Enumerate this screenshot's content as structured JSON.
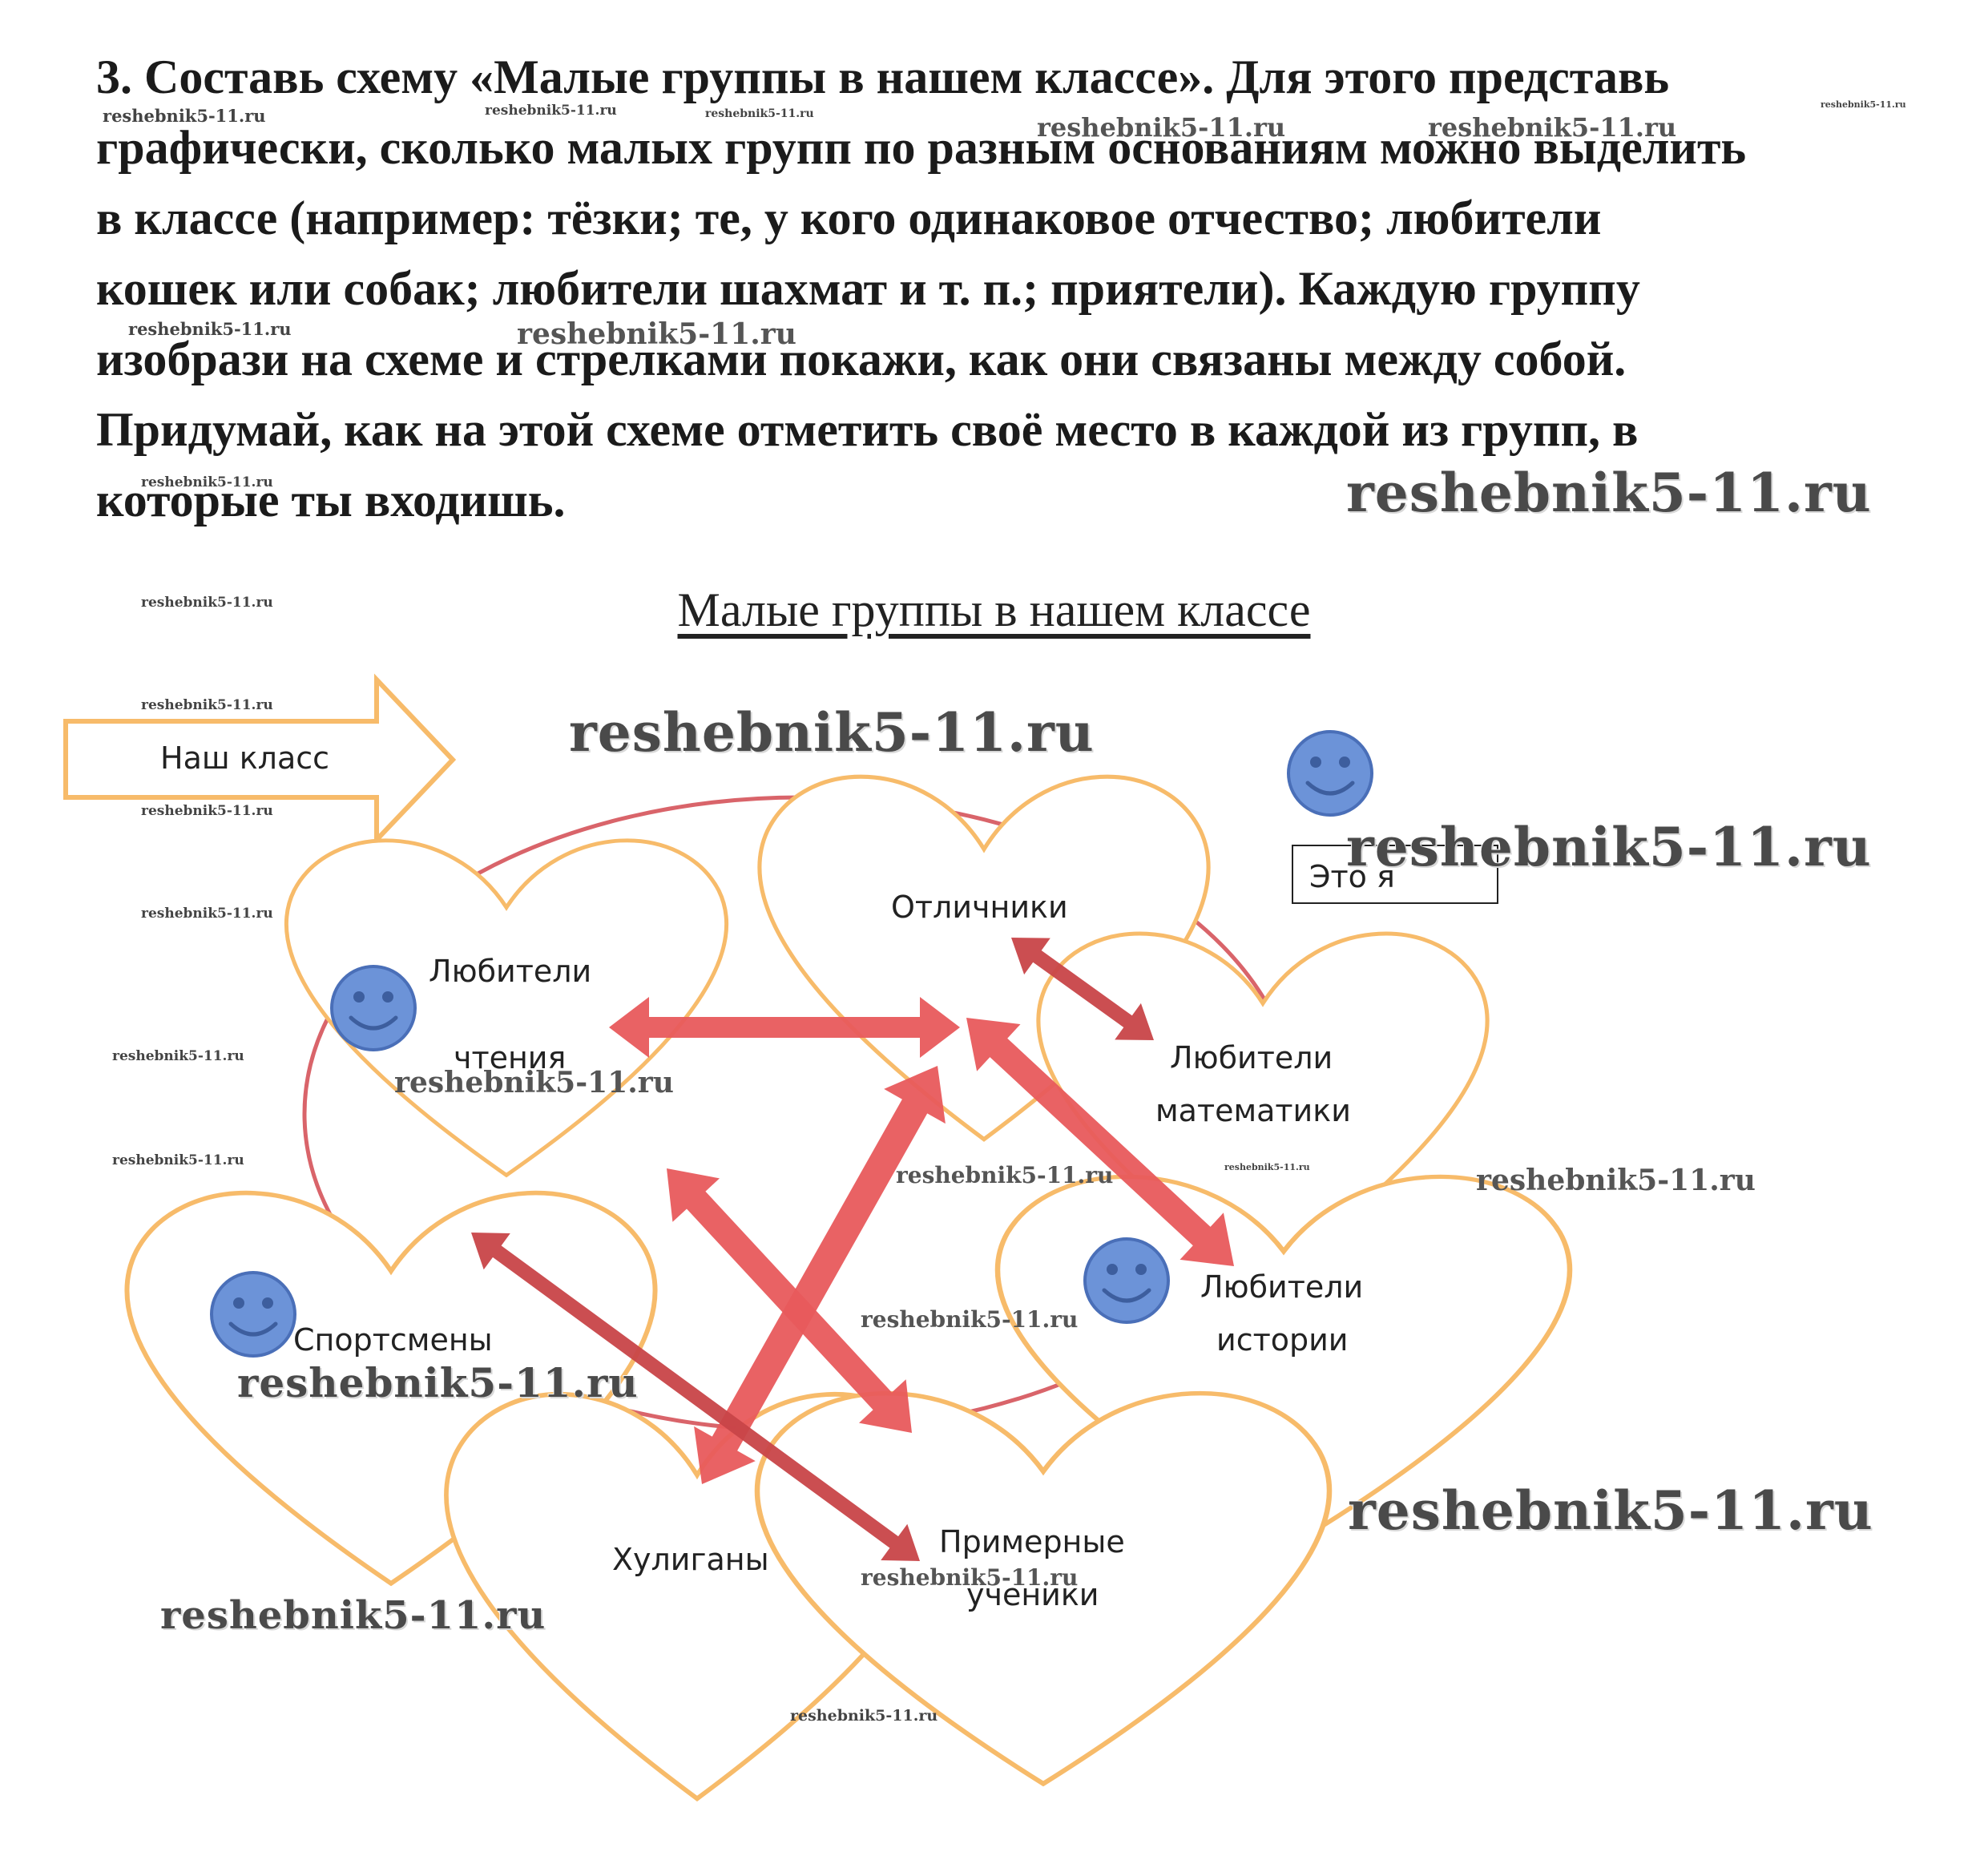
{
  "task": {
    "lines": [
      "3. Составь схему «Малые группы в нашем классе». Для этого представь",
      "графически, сколько малых групп по разным основаниям можно выделить",
      "в классе (например: тёзки; те, у кого одинаковое отчество; любители",
      "кошек или собак; любители шахмат и т. п.; приятели). Каждую группу",
      "изобрази на схеме и стрелками покажи, как они связаны между собой.",
      "Придумай, как на этой схеме отметить своё место в каждой из групп, в",
      "которые ты входишь."
    ]
  },
  "diagram": {
    "title": "Малые группы в нашем классе",
    "class_arrow_label": "Наш класс",
    "legend_label": "Это я",
    "groups": {
      "reading": [
        "Любители",
        "чтения"
      ],
      "excellent": "Отличники",
      "math": [
        "Любители",
        "математики"
      ],
      "sport": "Спортсмены",
      "history": [
        "Любители",
        "истории"
      ],
      "hooligans": "Хулиганы",
      "model": [
        "Примерные",
        "ученики"
      ]
    }
  },
  "colors": {
    "heart_stroke": "#f7bb6a",
    "arrow_fill": "#e85a5c",
    "arrow_dark": "#c84548",
    "class_ring": "#d9646a",
    "smiley_fill": "#6c93d8",
    "smiley_stroke": "#4a6fb8"
  },
  "watermark": "reshebnik5-11.ru"
}
